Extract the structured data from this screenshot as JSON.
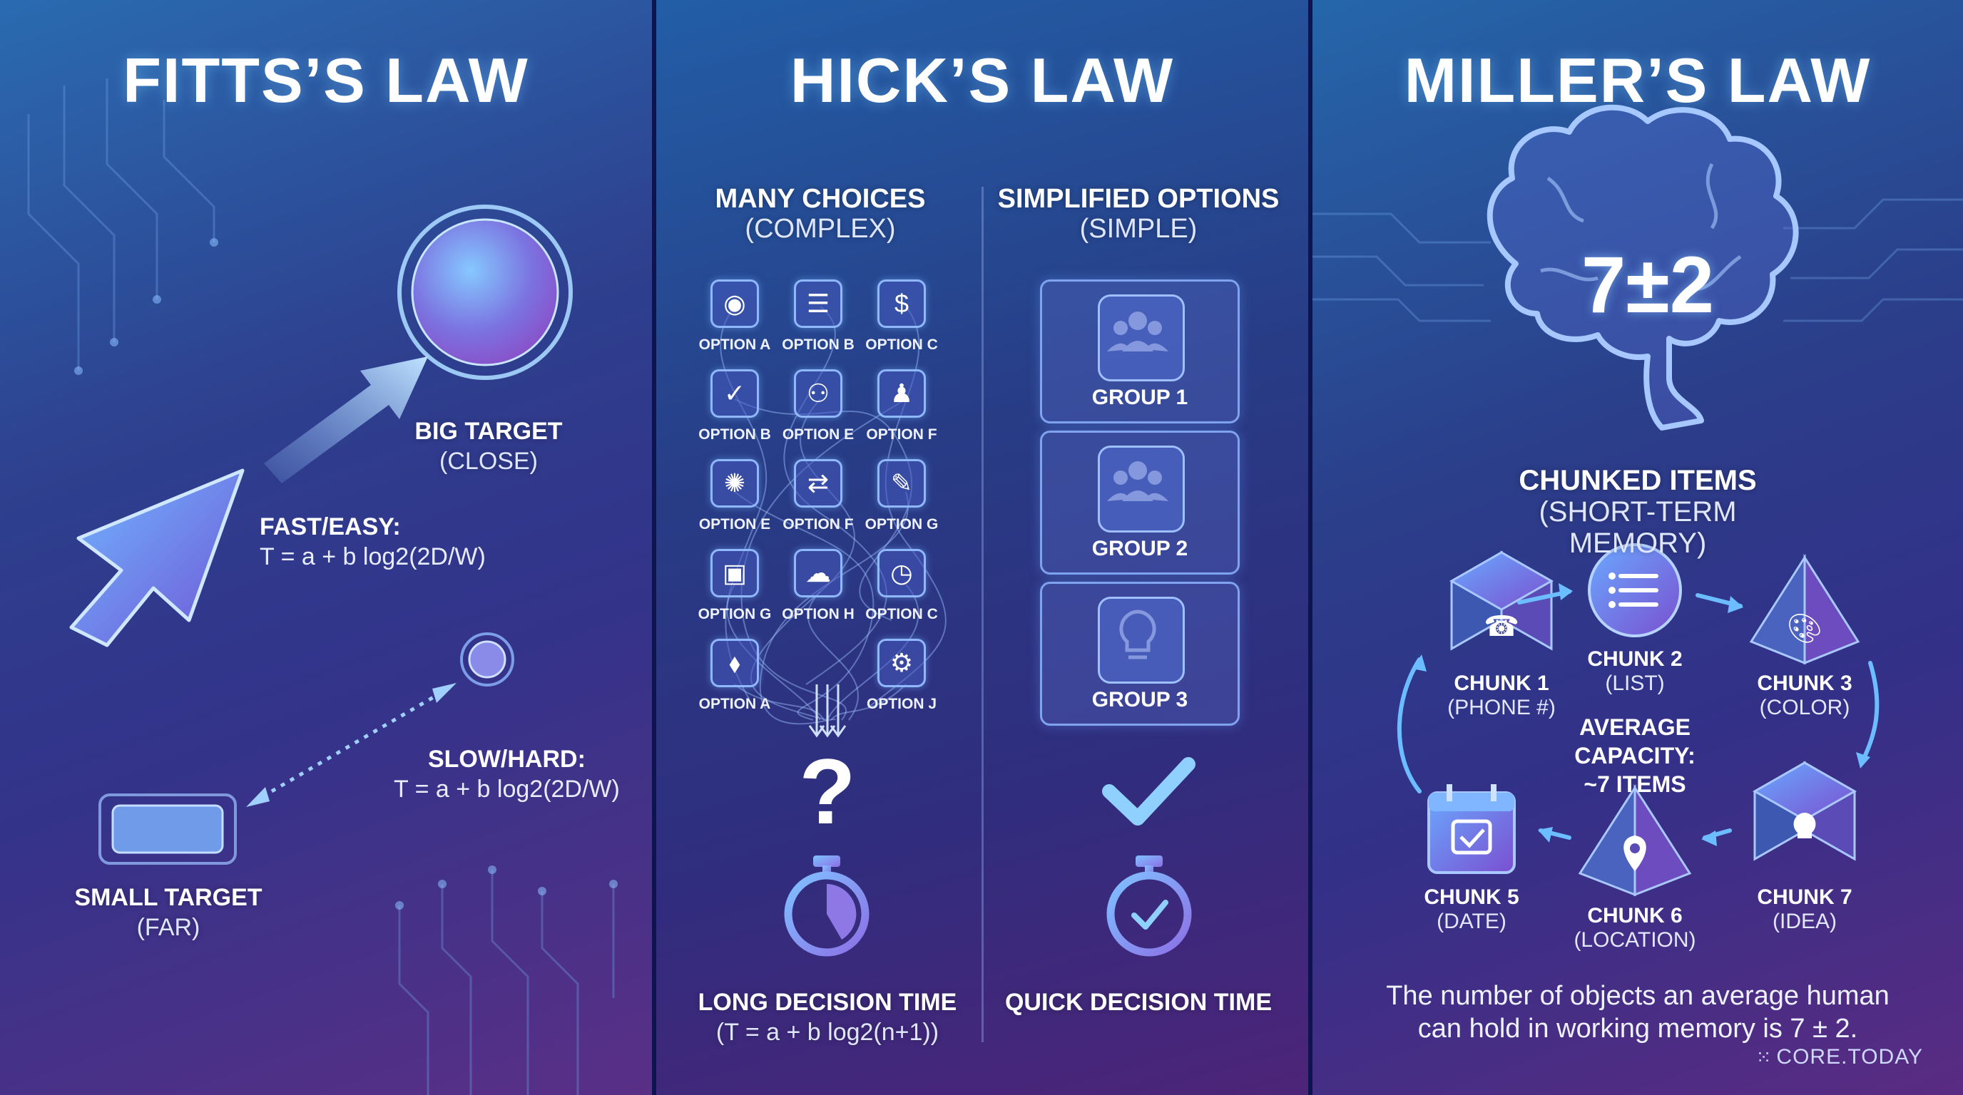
{
  "fitts": {
    "title": "FITTS’S LAW",
    "big_target": {
      "name": "BIG TARGET",
      "sub": "(CLOSE)"
    },
    "fast": {
      "label": "FAST/EASY:",
      "formula": "T = a + b log2(2D/W)"
    },
    "slow": {
      "label": "SLOW/HARD:",
      "formula": "T = a + b log2(2D/W)"
    },
    "small_target": {
      "name": "SMALL TARGET",
      "sub": "(FAR)"
    }
  },
  "hick": {
    "title": "HICK’S LAW",
    "left_heading": "MANY CHOICES",
    "left_sub": "(COMPLEX)",
    "right_heading": "SIMPLIFIED OPTIONS",
    "right_sub": "(SIMPLE)",
    "options": [
      {
        "label": "OPTION A",
        "icon": "eye-icon",
        "glyph": "◉"
      },
      {
        "label": "OPTION B",
        "icon": "list-icon",
        "glyph": "☰"
      },
      {
        "label": "OPTION C",
        "icon": "dollar-icon",
        "glyph": "$"
      },
      {
        "label": "OPTION B",
        "icon": "check-icon",
        "glyph": "✓"
      },
      {
        "label": "OPTION E",
        "icon": "people-icon",
        "glyph": "⚇"
      },
      {
        "label": "OPTION F",
        "icon": "user-icon",
        "glyph": "♟"
      },
      {
        "label": "OPTION E",
        "icon": "aperture-icon",
        "glyph": "✺"
      },
      {
        "label": "OPTION F",
        "icon": "shuffle-icon",
        "glyph": "⇄"
      },
      {
        "label": "OPTION G",
        "icon": "pencil-icon",
        "glyph": "✎"
      },
      {
        "label": "OPTION G",
        "icon": "image-icon",
        "glyph": "▣"
      },
      {
        "label": "OPTION H",
        "icon": "cloud-icon",
        "glyph": "☁"
      },
      {
        "label": "OPTION C",
        "icon": "clock-icon",
        "glyph": "◷"
      },
      {
        "label": "OPTION A",
        "icon": "tag-icon",
        "glyph": "⬧"
      },
      {
        "label": "OPTION J",
        "icon": "gear-icon",
        "glyph": "⚙"
      }
    ],
    "groups": [
      {
        "label": "GROUP 1",
        "icon": "people-icon"
      },
      {
        "label": "GROUP 2",
        "icon": "people-icon"
      },
      {
        "label": "GROUP 3",
        "icon": "lightbulb-icon"
      }
    ],
    "question_mark": "?",
    "long_time": "LONG DECISION TIME",
    "long_formula": "(T = a + b log2(n+1))",
    "quick_time": "QUICK DECISION TIME"
  },
  "miller": {
    "title": "MILLER’S LAW",
    "brain_text": "7±2",
    "chunked_heading": "CHUNKED ITEMS",
    "chunked_sub": "(SHORT-TERM MEMORY)",
    "capacity_label": "AVERAGE CAPACITY:",
    "capacity_value": "~7 ITEMS",
    "chunks": [
      {
        "name": "CHUNK 1",
        "sub": "(PHONE #)",
        "icon": "phone-icon"
      },
      {
        "name": "CHUNK 2",
        "sub": "(LIST)",
        "icon": "list-icon"
      },
      {
        "name": "CHUNK 3",
        "sub": "(COLOR)",
        "icon": "palette-icon"
      },
      {
        "name": "CHUNK 7",
        "sub": "(IDEA)",
        "icon": "lightbulb-icon"
      },
      {
        "name": "CHUNK 6",
        "sub": "(LOCATION)",
        "icon": "location-pin-icon"
      },
      {
        "name": "CHUNK 5",
        "sub": "(DATE)",
        "icon": "calendar-icon"
      }
    ],
    "footer_line1": "The number of objects an average human",
    "footer_line2": "can hold in working memory is 7 ± 2.",
    "brand": "CORE.TODAY"
  }
}
